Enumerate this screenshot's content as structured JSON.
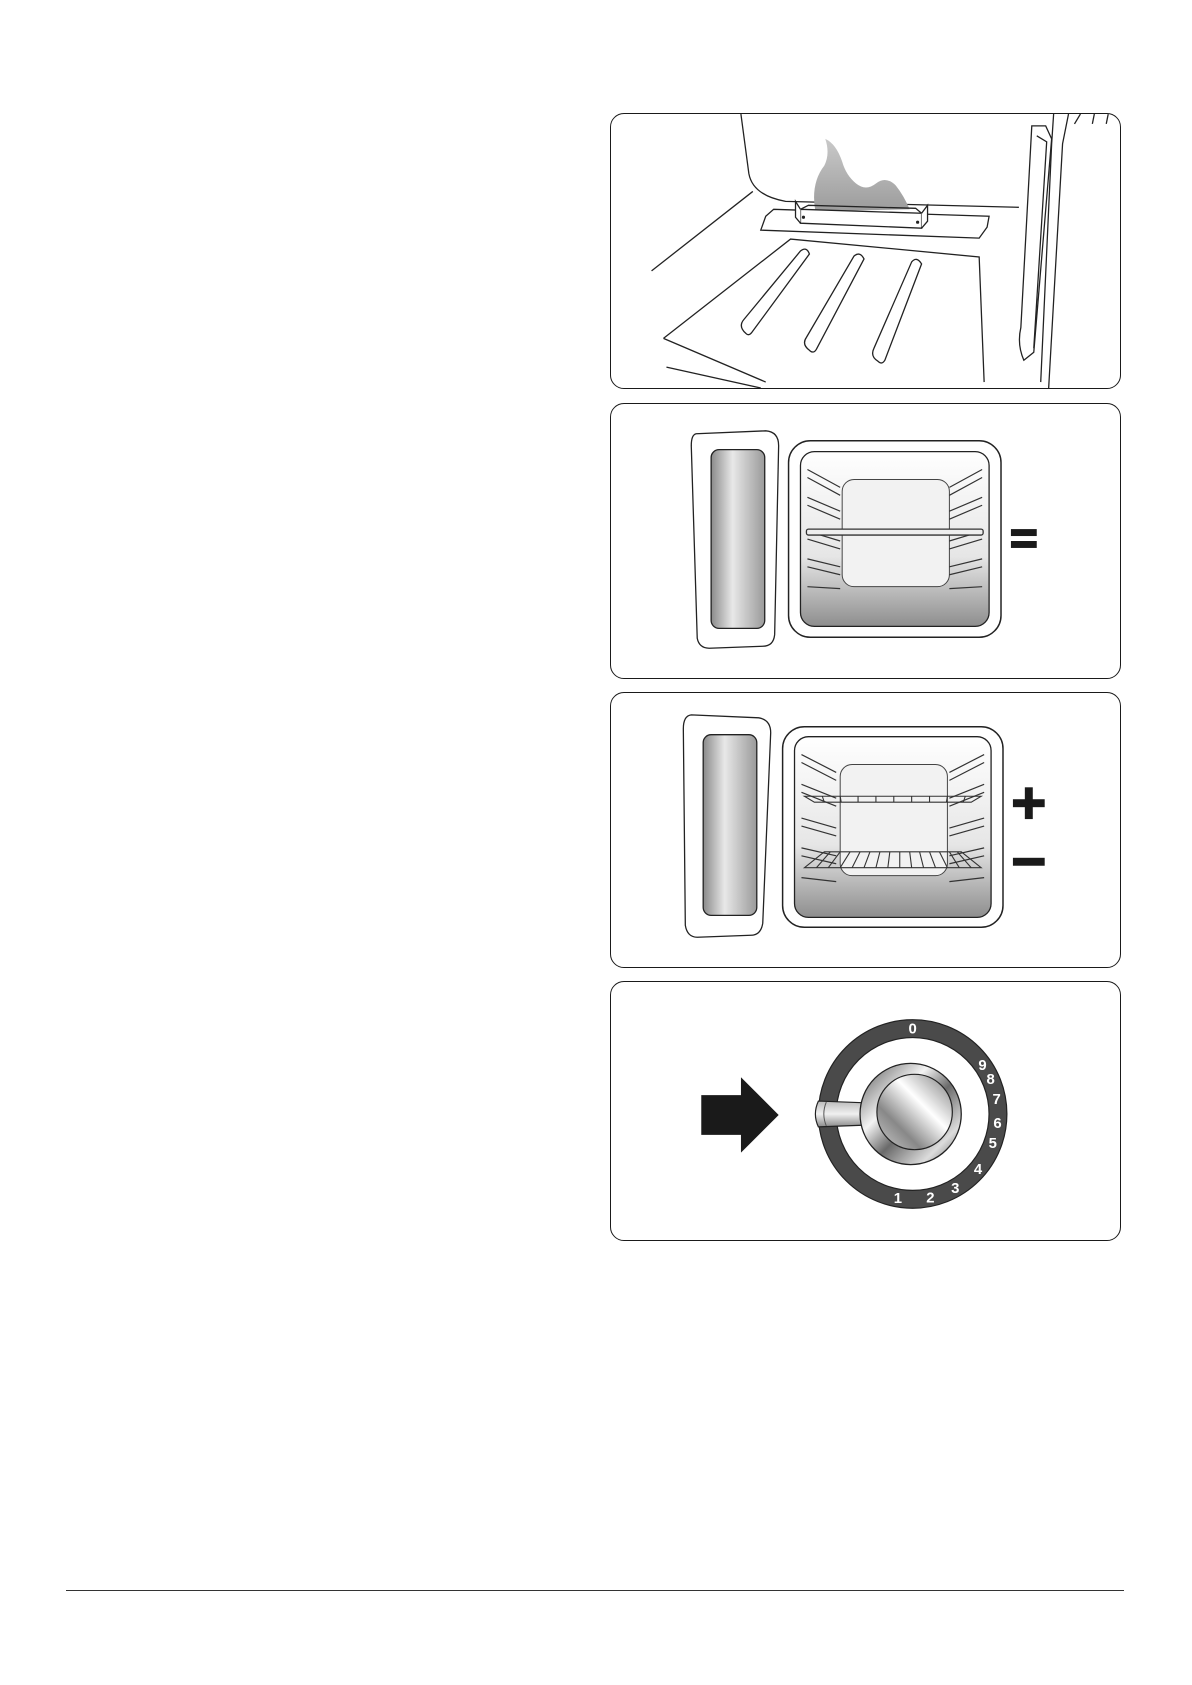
{
  "panels": [
    {
      "id": "grill-pan-smoke",
      "icon": "oven-floor-tray-smoke-illustration"
    },
    {
      "id": "oven-single-shelf",
      "icon": "oven-single-shelf-illustration",
      "symbol": "="
    },
    {
      "id": "oven-two-shelves",
      "icon": "oven-two-shelves-illustration",
      "symbols": [
        "+",
        "−"
      ]
    },
    {
      "id": "oven-control-knob",
      "icon": "oven-control-knob-illustration",
      "arrow_icon": "arrow-right-icon"
    }
  ],
  "dial": {
    "numbers": [
      "0",
      "9",
      "8",
      "7",
      "6",
      "5",
      "4",
      "3",
      "2",
      "1"
    ]
  },
  "colors": {
    "border": "#1a1a1a",
    "dial_ring": "#4a4a4a",
    "symbol": "#1a1a1a"
  }
}
